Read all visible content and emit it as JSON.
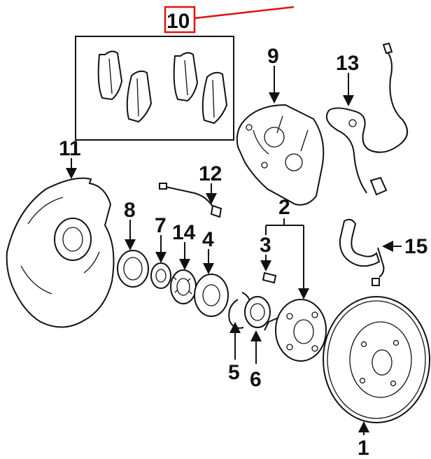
{
  "callouts": {
    "c1": "1",
    "c2": "2",
    "c3": "3",
    "c4": "4",
    "c5": "5",
    "c6": "6",
    "c7": "7",
    "c8": "8",
    "c9": "9",
    "c10": "10",
    "c11": "11",
    "c12": "12",
    "c13": "13",
    "c14": "14",
    "c15": "15"
  },
  "colors": {
    "ink": "#111111",
    "highlight": "#e01010",
    "background": "#ffffff"
  }
}
